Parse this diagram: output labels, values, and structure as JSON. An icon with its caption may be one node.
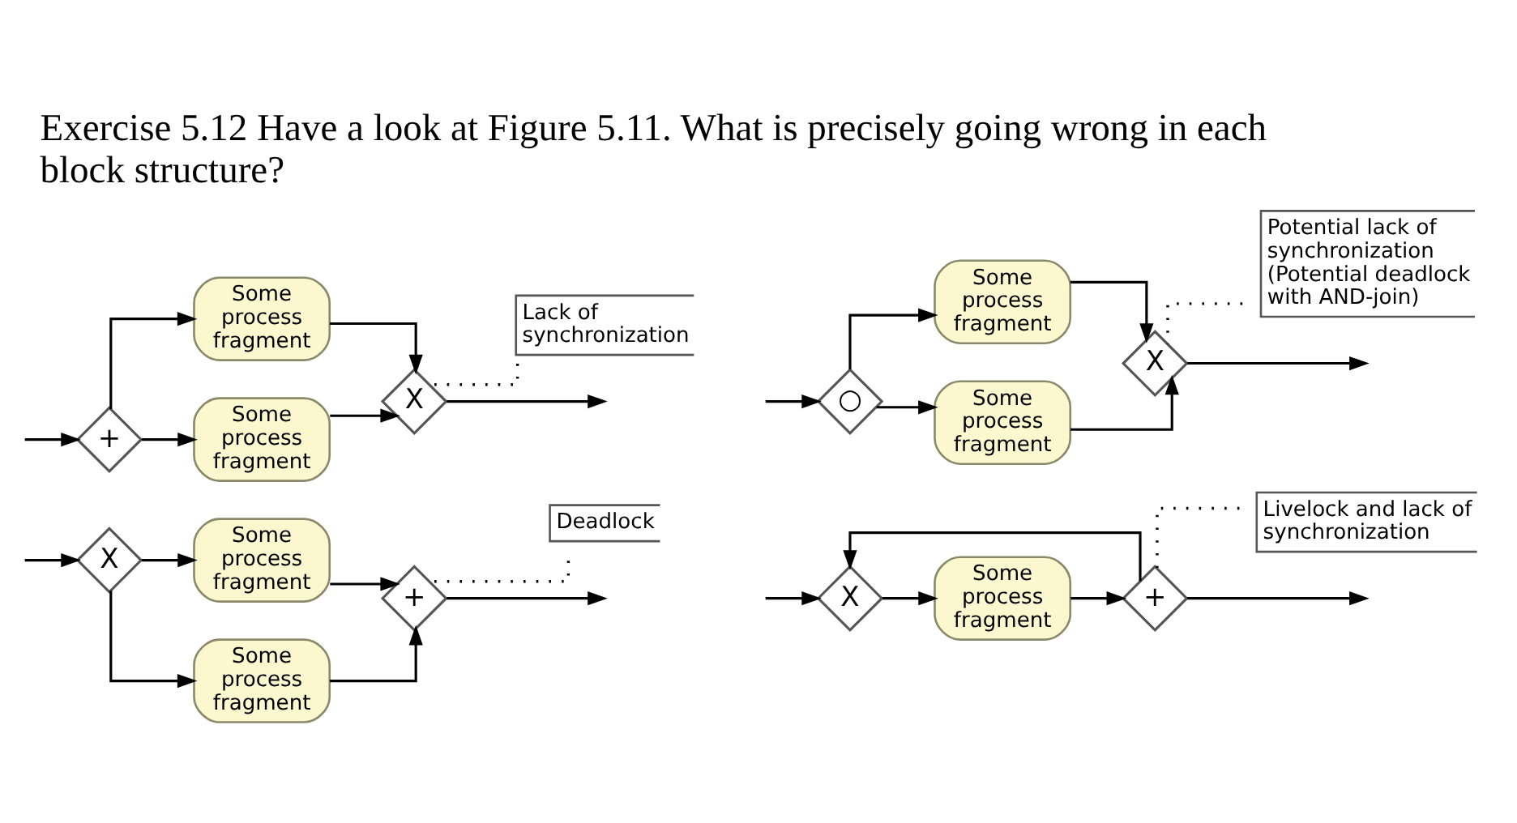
{
  "diagram": {
    "title": "Exercise 5.12 Have a look at Figure 5.11. What is precisely going wrong in each block structure?",
    "nodes": [
      {
        "text": [
          "+"
        ]
      },
      {
        "text": [
          "Some process fragment"
        ]
      },
      {
        "text": [
          "Some process fragment"
        ]
      },
      {
        "text": [
          "X"
        ]
      },
      {
        "text": [
          "Lack of synchronization"
        ]
      },
      {
        "text": [
          "○"
        ]
      },
      {
        "text": [
          "Some process fragment"
        ]
      },
      {
        "text": [
          "Some process fragment"
        ]
      },
      {
        "text": [
          "X"
        ]
      },
      {
        "text": [
          "Potential lack of synchronization (Potential deadlock with AND-join)"
        ]
      },
      {
        "text": [
          "X"
        ]
      },
      {
        "text": [
          "Some process fragment"
        ]
      },
      {
        "text": [
          "Some process fragment"
        ]
      },
      {
        "text": [
          "+"
        ]
      },
      {
        "text": [
          "Deadlock"
        ]
      },
      {
        "text": [
          "X"
        ]
      },
      {
        "text": [
          "Some process fragment"
        ]
      },
      {
        "text": [
          "+"
        ]
      },
      {
        "text": [
          "Livelock and lack of synchronization"
        ]
      }
    ],
    "edges": [
      {
        "from": null,
        "to": 0,
        "arrow": "to"
      },
      {
        "from": 0,
        "to": 1,
        "arrow": "to"
      },
      {
        "from": 0,
        "to": 2,
        "arrow": "to"
      },
      {
        "from": 1,
        "to": 3,
        "arrow": "to"
      },
      {
        "from": 2,
        "to": 3,
        "arrow": "to"
      },
      {
        "from": 3,
        "to": null,
        "arrow": "to"
      },
      {
        "from": 4,
        "to": 3,
        "arrow": "none",
        "style": "dashed"
      },
      {
        "from": null,
        "to": 5,
        "arrow": "to"
      },
      {
        "from": 5,
        "to": 6,
        "arrow": "to"
      },
      {
        "from": 5,
        "to": 7,
        "arrow": "to"
      },
      {
        "from": 6,
        "to": 8,
        "arrow": "to"
      },
      {
        "from": 7,
        "to": 8,
        "arrow": "to"
      },
      {
        "from": 8,
        "to": null,
        "arrow": "to"
      },
      {
        "from": 9,
        "to": 8,
        "arrow": "none",
        "style": "dashed"
      },
      {
        "from": null,
        "to": 10,
        "arrow": "to"
      },
      {
        "from": 10,
        "to": 11,
        "arrow": "to"
      },
      {
        "from": 10,
        "to": 12,
        "arrow": "to"
      },
      {
        "from": 11,
        "to": 13,
        "arrow": "to"
      },
      {
        "from": 12,
        "to": 13,
        "arrow": "to"
      },
      {
        "from": 13,
        "to": null,
        "arrow": "to"
      },
      {
        "from": 14,
        "to": 13,
        "arrow": "none",
        "style": "dashed"
      },
      {
        "from": null,
        "to": 15,
        "arrow": "to"
      },
      {
        "from": 15,
        "to": 16,
        "arrow": "to"
      },
      {
        "from": 16,
        "to": 17,
        "arrow": "to"
      },
      {
        "from": 17,
        "to": null,
        "arrow": "to"
      },
      {
        "from": 17,
        "to": 15,
        "arrow": "to"
      },
      {
        "from": 18,
        "to": 17,
        "arrow": "none",
        "style": "dashed"
      }
    ]
  }
}
